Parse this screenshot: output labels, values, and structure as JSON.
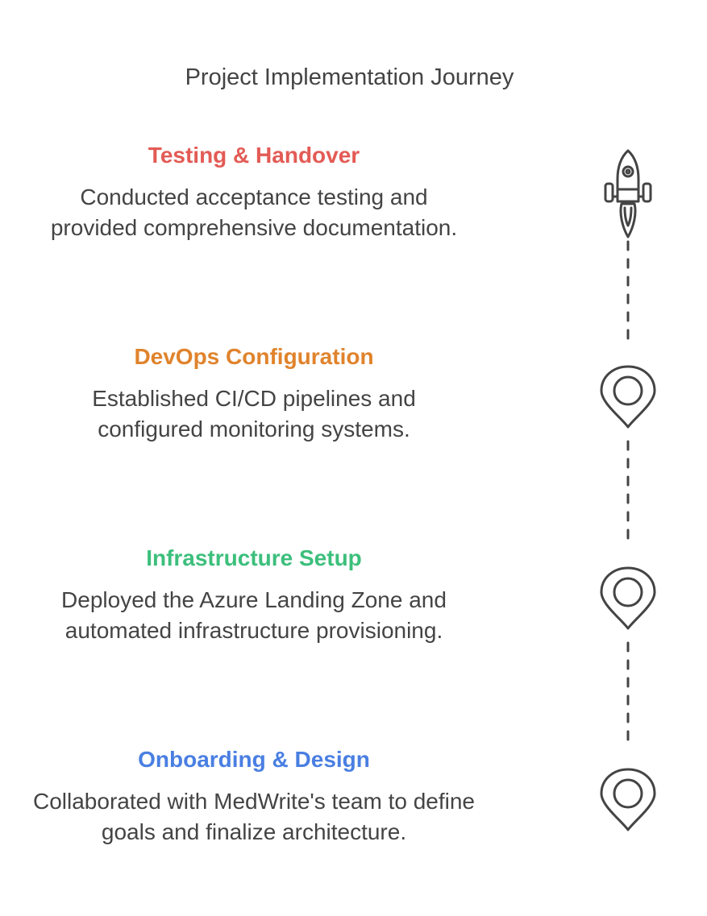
{
  "title": "Project Implementation Journey",
  "steps": [
    {
      "heading": "Testing & Handover",
      "body": "Conducted acceptance testing and provided comprehensive documentation.",
      "color": "#e35b55",
      "icon": "rocket-icon"
    },
    {
      "heading": "DevOps Configuration",
      "body": "Established CI/CD pipelines and configured monitoring systems.",
      "color": "#e0832c",
      "icon": "map-pin-icon"
    },
    {
      "heading": "Infrastructure Setup",
      "body": "Deployed the Azure Landing Zone and automated infrastructure provisioning.",
      "color": "#3cbf7c",
      "icon": "map-pin-icon"
    },
    {
      "heading": "Onboarding & Design",
      "body": "Collaborated with MedWrite's team to define goals and finalize architecture.",
      "color": "#4a7fe2",
      "icon": "map-pin-icon"
    }
  ]
}
